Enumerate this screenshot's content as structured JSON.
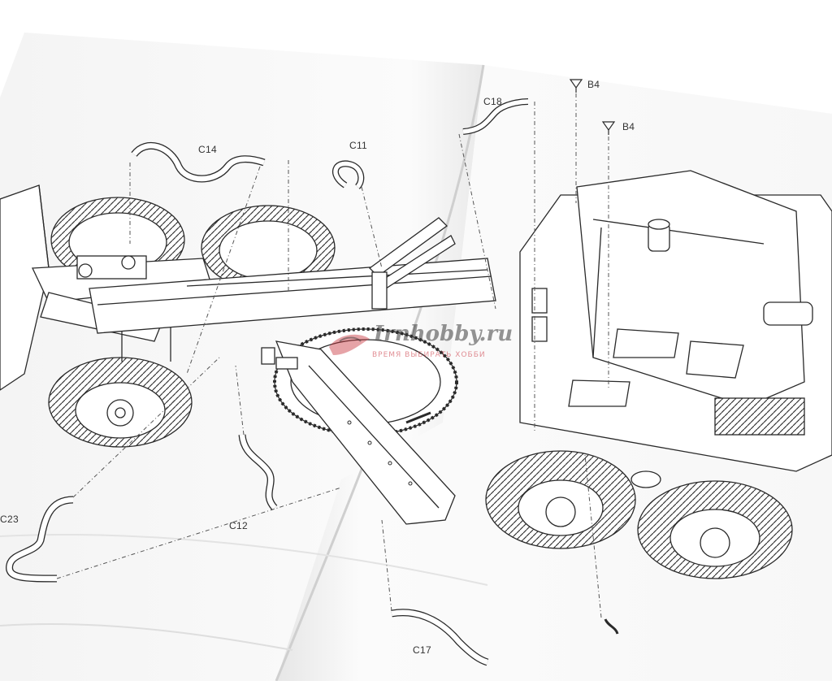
{
  "labels": {
    "c14": "C14",
    "c11": "C11",
    "c18": "C18",
    "b4_top": "B4",
    "b4_second": "B4",
    "c12": "C12",
    "c23": "C23",
    "c17": "C17"
  },
  "watermark": {
    "brand": "Irnhobby.ru",
    "tagline": "ВРЕМЯ ВЫБИРАТЬ ХОББИ"
  },
  "colors": {
    "paper": "#f9f9f9",
    "line": "#2a2a2a",
    "leader": "#555555",
    "watermark_accent": "#c8323c"
  }
}
